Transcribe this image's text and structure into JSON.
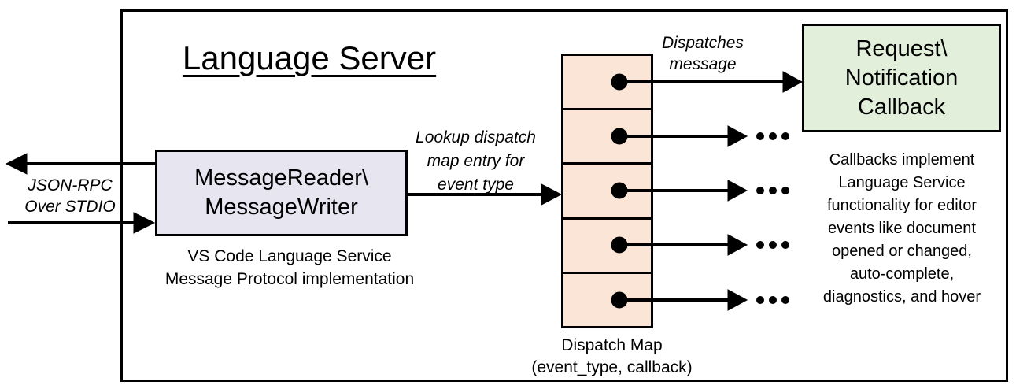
{
  "title": "Language Server",
  "io_label": {
    "line1": "JSON-RPC",
    "line2": "Over STDIO"
  },
  "message_box": {
    "line1": "MessageReader\\",
    "line2": "MessageWriter"
  },
  "message_caption": {
    "line1": "VS Code Language Service",
    "line2": "Message Protocol implementation"
  },
  "lookup_label": {
    "line1": "Lookup dispatch",
    "line2": "map entry for",
    "line3": "event type"
  },
  "dispatches_label": {
    "line1": "Dispatches",
    "line2": "message"
  },
  "callback_box": {
    "line1": "Request\\",
    "line2": "Notification",
    "line3": "Callback"
  },
  "callback_note": {
    "lines": [
      "Callbacks implement",
      "Language Service",
      "functionality for editor",
      "events like document",
      "opened or changed,",
      "auto-complete,",
      "diagnostics, and hover"
    ]
  },
  "dispatch_map": {
    "cell_count": 5,
    "label_line1": "Dispatch Map",
    "label_line2": "(event_type, callback)",
    "ellipsis": "..."
  },
  "colors": {
    "message_box_fill": "#E7E5F0",
    "dispatch_map_fill": "#FBE5D6",
    "callback_box_fill": "#E2EFDA",
    "line": "#000000",
    "background": "#FFFFFF"
  }
}
